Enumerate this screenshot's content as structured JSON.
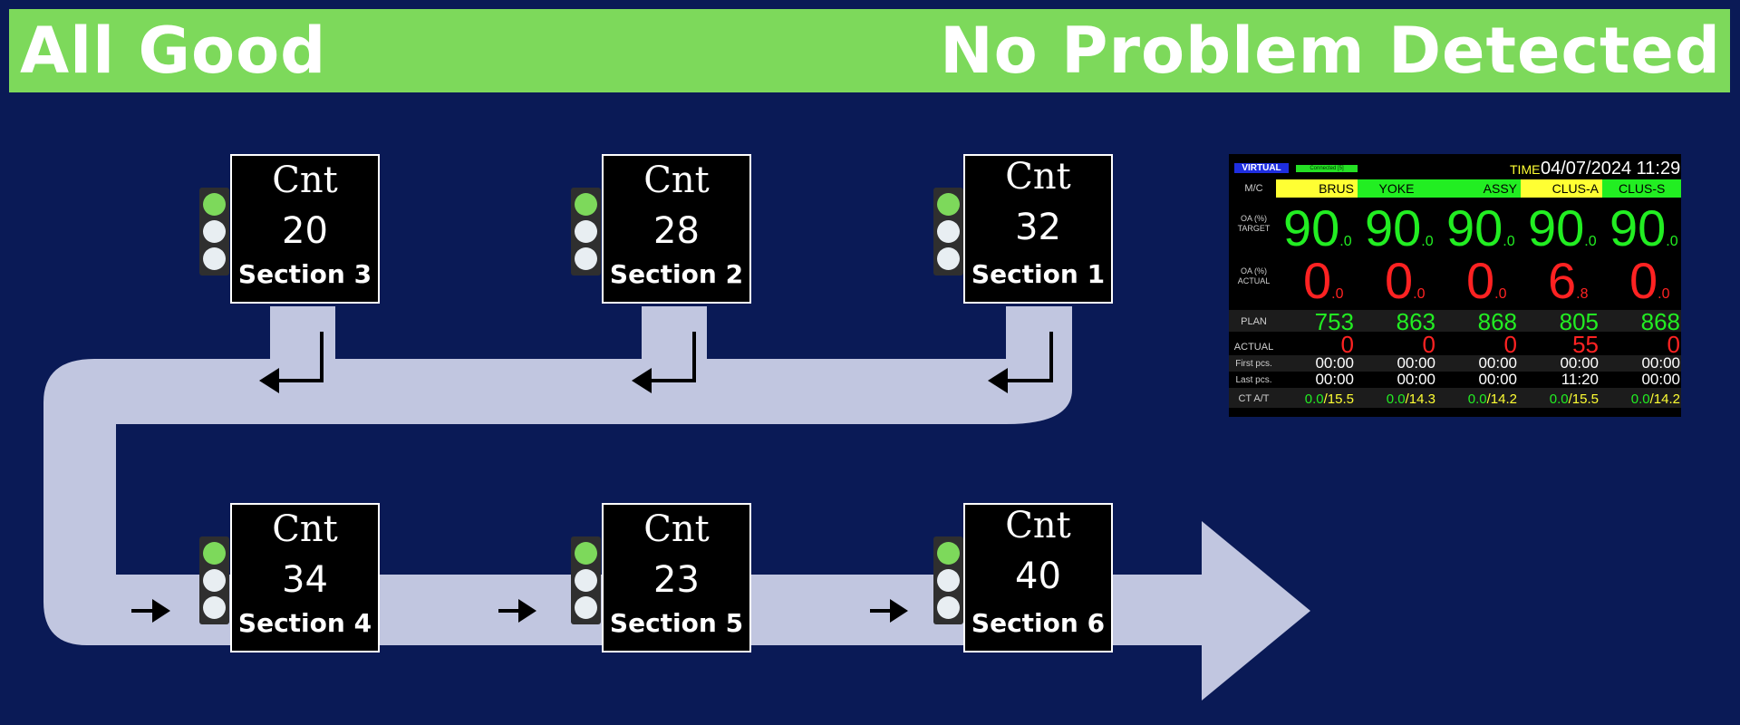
{
  "banner": {
    "status": "All Good",
    "message": "No Problem Detected",
    "color": "#7dd95b"
  },
  "sections": [
    {
      "cnt_label": "Cnt",
      "count": "20",
      "name": "Section 3",
      "light": "green"
    },
    {
      "cnt_label": "Cnt",
      "count": "28",
      "name": "Section 2",
      "light": "green"
    },
    {
      "cnt_label": "Cnt",
      "count": "32",
      "name": "Section 1",
      "light": "green"
    },
    {
      "cnt_label": "Cnt",
      "count": "34",
      "name": "Section 4",
      "light": "green"
    },
    {
      "cnt_label": "Cnt",
      "count": "23",
      "name": "Section 5",
      "light": "green"
    },
    {
      "cnt_label": "Cnt",
      "count": "40",
      "name": "Section 6",
      "light": "green"
    }
  ],
  "panel": {
    "virtual": "VIRTUAL",
    "connected": "Connected [5]",
    "time_label": "TIME",
    "time_value": "04/07/2024 11:29",
    "labels": {
      "mc": "M/C",
      "oa_target_1": "OA (%)",
      "oa_target_2": "TARGET",
      "oa_actual_1": "OA (%)",
      "oa_actual_2": "ACTUAL",
      "plan": "PLAN",
      "actual": "ACTUAL",
      "first": "First pcs.",
      "last": "Last pcs.",
      "ct": "CT  A/T"
    },
    "machines": [
      {
        "name": "BRUS",
        "color": "#ffff33",
        "target_int": "90",
        "target_dec": ".0",
        "actual_int": "0",
        "actual_dec": ".0",
        "plan": "753",
        "actual": "0",
        "first": "00:00",
        "last": "00:00",
        "ct_a": "0.0",
        "ct_t": "/15.5"
      },
      {
        "name": "YOKE",
        "color": "#22ee22",
        "target_int": "90",
        "target_dec": ".0",
        "actual_int": "0",
        "actual_dec": ".0",
        "plan": "863",
        "actual": "0",
        "first": "00:00",
        "last": "00:00",
        "ct_a": "0.0",
        "ct_t": "/14.3"
      },
      {
        "name": "ASSY",
        "color": "#22ee22",
        "target_int": "90",
        "target_dec": ".0",
        "actual_int": "0",
        "actual_dec": ".0",
        "plan": "868",
        "actual": "0",
        "first": "00:00",
        "last": "00:00",
        "ct_a": "0.0",
        "ct_t": "/14.2"
      },
      {
        "name": "CLUS-A",
        "color": "#ffff33",
        "target_int": "90",
        "target_dec": ".0",
        "actual_int": "6",
        "actual_dec": ".8",
        "plan": "805",
        "actual": "55",
        "first": "00:00",
        "last": "11:20",
        "ct_a": "0.0",
        "ct_t": "/15.5"
      },
      {
        "name": "CLUS-S",
        "color": "#22ee22",
        "target_int": "90",
        "target_dec": ".0",
        "actual_int": "0",
        "actual_dec": ".0",
        "plan": "868",
        "actual": "0",
        "first": "00:00",
        "last": "00:00",
        "ct_a": "0.0",
        "ct_t": "/14.2"
      }
    ]
  }
}
